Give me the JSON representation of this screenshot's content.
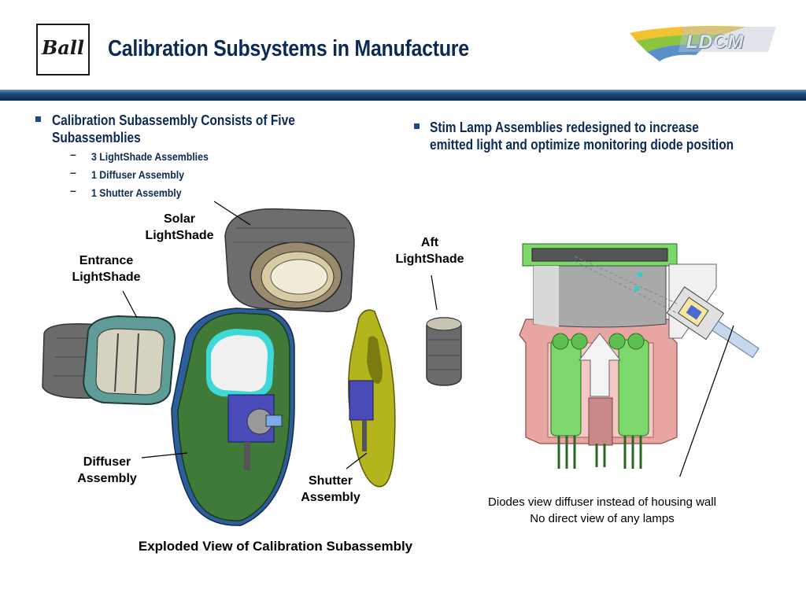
{
  "header": {
    "title": "Calibration Subsystems in Manufacture",
    "company_logo_text": "Ball",
    "program_logo_text": "LDCM"
  },
  "left_bullet": {
    "text_line1": "Calibration Subassembly Consists of Five",
    "text_line2": "Subassemblies",
    "subitems": [
      "3 LightShade Assemblies",
      "1 Diffuser Assembly",
      "1 Shutter Assembly"
    ]
  },
  "right_bullet": {
    "text_line1": "Stim Lamp Assemblies redesigned to increase",
    "text_line2": "emitted light and optimize monitoring diode position"
  },
  "diagram_labels": {
    "solar": [
      "Solar",
      "LightShade"
    ],
    "entrance": [
      "Entrance",
      "LightShade"
    ],
    "aft": [
      "Aft",
      "LightShade"
    ],
    "diffuser": [
      "Diffuser",
      "Assembly"
    ],
    "shutter": [
      "Shutter",
      "Assembly"
    ],
    "exploded_caption": "Exploded View of Calibration Subassembly"
  },
  "lamp_caption": {
    "line1": "Diodes view diffuser instead of housing wall",
    "line2": "No direct view of any lamps"
  },
  "colors": {
    "title": "#0c2a55",
    "bullet": "#1b4a8a",
    "header_bar": "#0a2b52",
    "diffuser_green": "#2f6b2c",
    "shutter_yellow": "#b8b81e",
    "housing_pink": "#e8a6a2",
    "lamp_green": "#7cd86a"
  }
}
